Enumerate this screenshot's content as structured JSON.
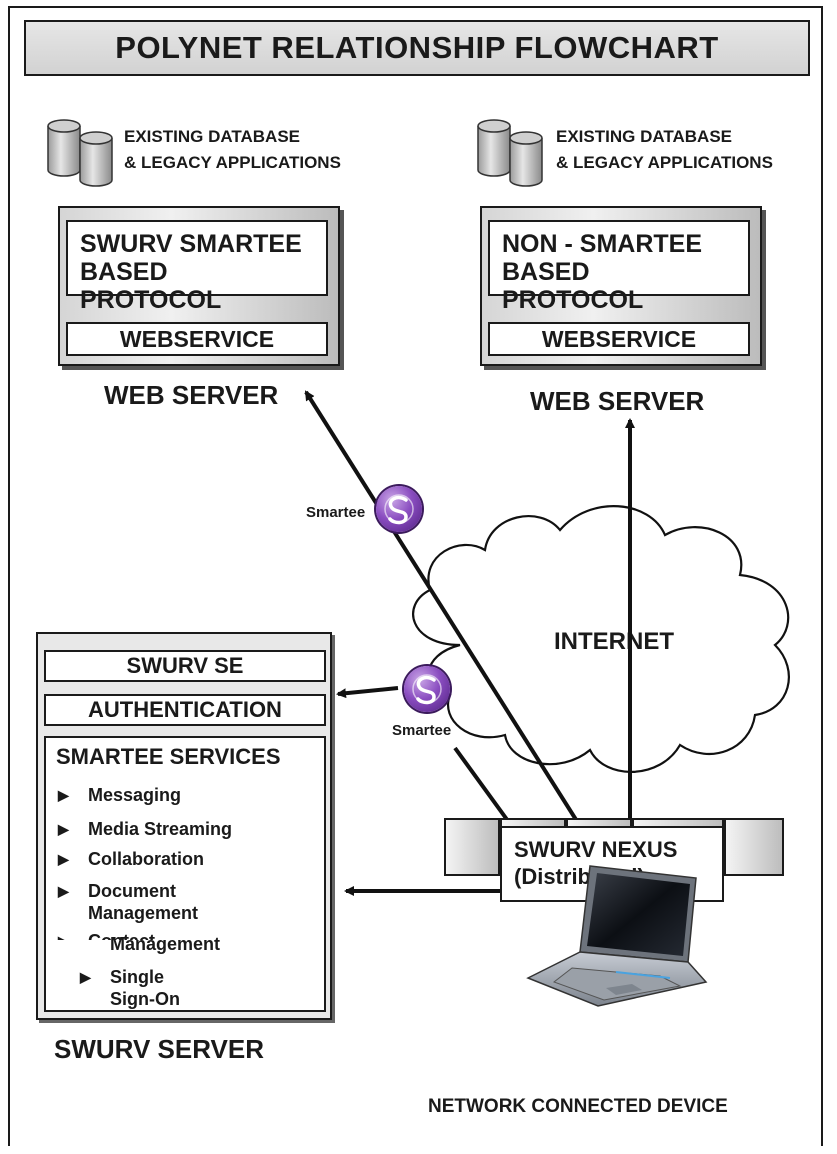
{
  "title": "POLYNET RELATIONSHIP FLOWCHART",
  "left_server": {
    "db_label_line1": "EXISTING DATABASE",
    "db_label_line2": "& LEGACY APPLICATIONS",
    "protocol_line1": "SWURV SMARTEE",
    "protocol_line2": "BASED PROTOCOL",
    "service": "WEBSERVICE",
    "caption": "WEB SERVER"
  },
  "right_server": {
    "db_label_line1": "EXISTING DATABASE",
    "db_label_line2": "& LEGACY APPLICATIONS",
    "protocol_line1": "NON - SMARTEE",
    "protocol_line2": "BASED PROTOCOL",
    "service": "WEBSERVICE",
    "caption": "WEB SERVER"
  },
  "smartee_label_1": "Smartee",
  "smartee_label_2": "Smartee",
  "internet_label": "INTERNET",
  "swurv_server": {
    "bar1": "SWURV SE",
    "bar2": "AUTHENTICATION",
    "services_title": "SMARTEE SERVICES",
    "services": [
      {
        "line1": "Messaging",
        "line2": ""
      },
      {
        "line1": "Media Streaming",
        "line2": ""
      },
      {
        "line1": "Collaboration",
        "line2": ""
      },
      {
        "line1": "Document",
        "line2": "Management"
      },
      {
        "line1": "Contact",
        "line2": "Management"
      },
      {
        "line1": "Single",
        "line2": "Sign-On"
      }
    ],
    "caption": "SWURV SERVER"
  },
  "nexus": {
    "line1": "SWURV NEXUS",
    "line2": "(Distributed)"
  },
  "device_caption": "NETWORK CONNECTED DEVICE",
  "colors": {
    "badge_purple": "#7b3fb0",
    "outline": "#1a1a1a",
    "gray": "#d2d2d2"
  },
  "icons": [
    "database-icon",
    "smartee-logo-icon",
    "cloud-icon",
    "laptop-icon",
    "bullet-arrow-icon"
  ]
}
